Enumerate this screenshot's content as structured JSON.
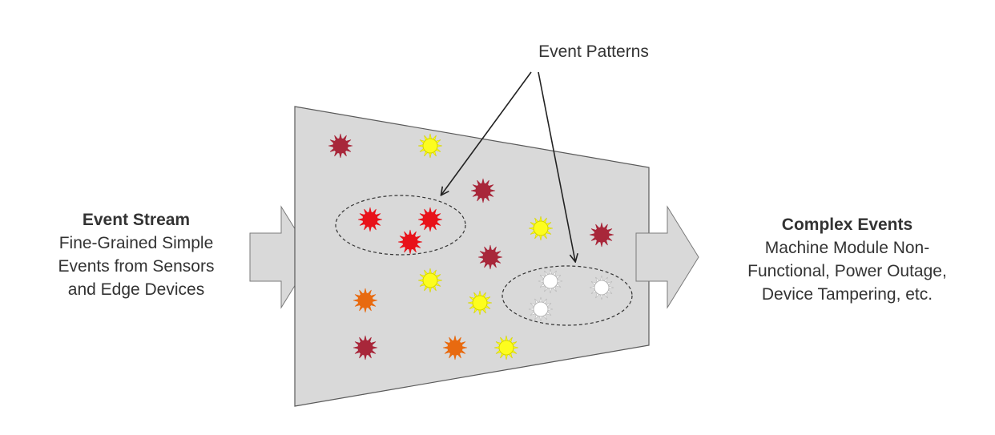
{
  "event_patterns_label": "Event Patterns",
  "input": {
    "title": "Event Stream",
    "lines": [
      "Fine-Grained Simple",
      "Events from Sensors",
      "and Edge Devices"
    ]
  },
  "output": {
    "title": "Complex Events",
    "lines": [
      "Machine Module Non-",
      "Functional, Power Outage,",
      "Device Tampering, etc."
    ]
  },
  "colors": {
    "funnel_fill": "#d9d9d9",
    "funnel_stroke": "#5a5a5a",
    "arrow_fill": "#d9d9d9",
    "arrow_stroke": "#7a7a7a",
    "dark_red": "#a8273a",
    "red": "#e8121a",
    "yellow": "#fdfd1e",
    "orange": "#e86a10",
    "white": "#ffffff",
    "text": "#333333"
  }
}
